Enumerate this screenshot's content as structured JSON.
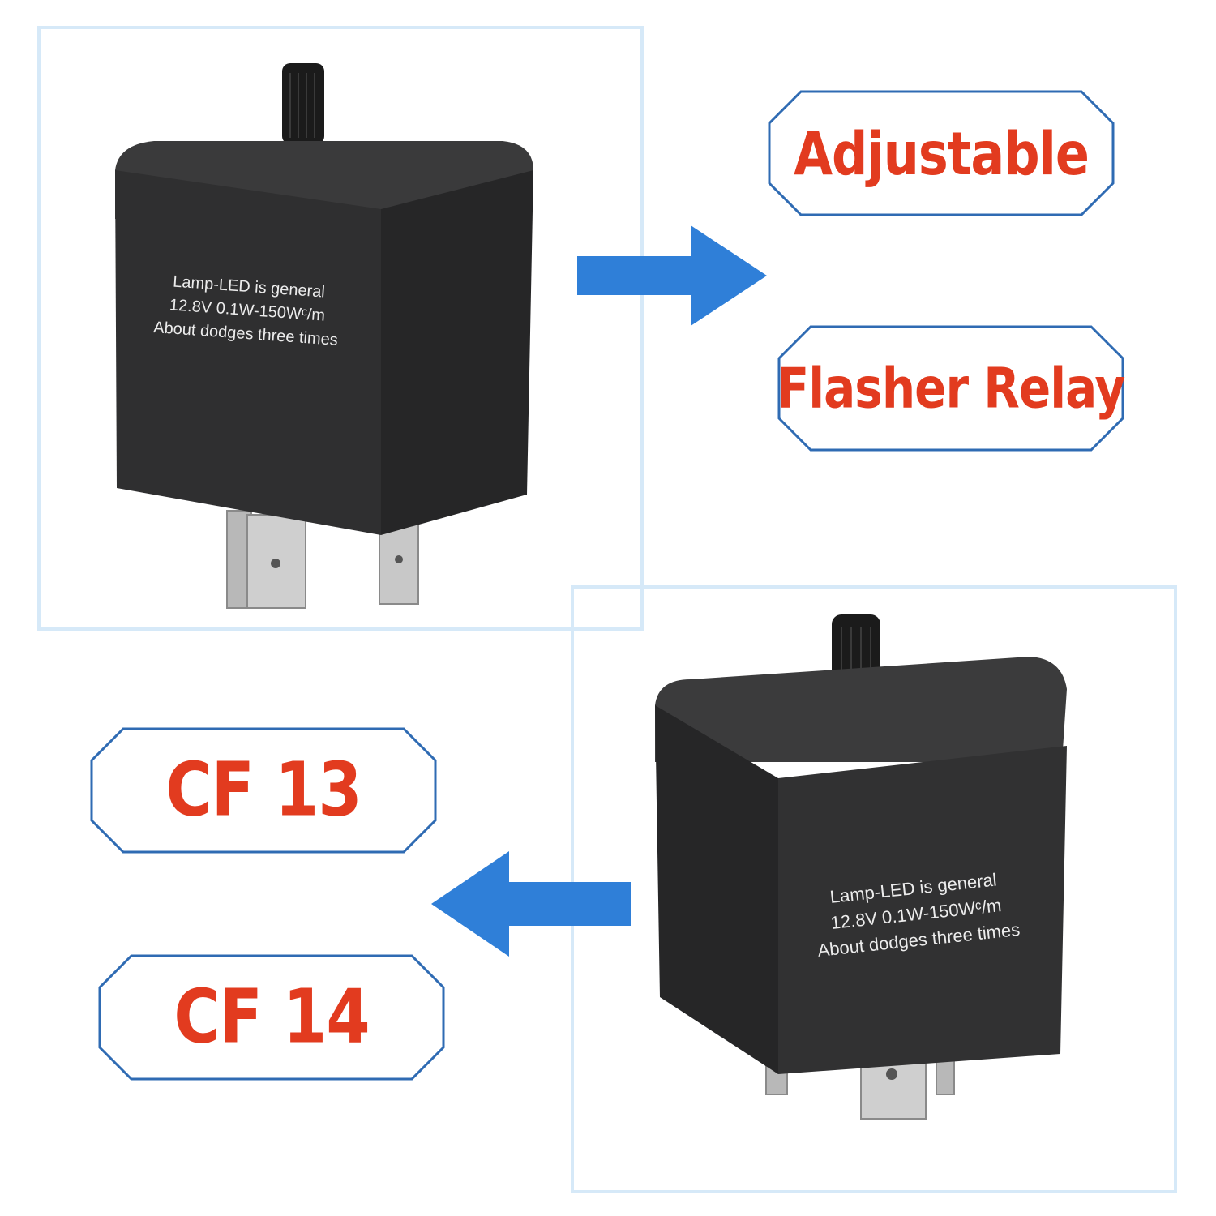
{
  "tags": {
    "adjustable": "Adjustable",
    "flasher_relay": "Flasher Relay",
    "cf13": "CF 13",
    "cf14": "CF 14"
  },
  "relay_print": {
    "line1": "Lamp-LED is general",
    "line2": "12.8V 0.1W-150Wᶜ/m",
    "line3": "About dodges three times"
  },
  "colors": {
    "tag_text": "#e23b1f",
    "tag_border": "#2f6bb3",
    "arrow": "#2f7fd8",
    "frame": "#d6e9f8",
    "relay_body": "#2f2f30"
  },
  "icons": {
    "arrow_right": "arrow-right-icon",
    "arrow_left": "arrow-left-icon"
  }
}
